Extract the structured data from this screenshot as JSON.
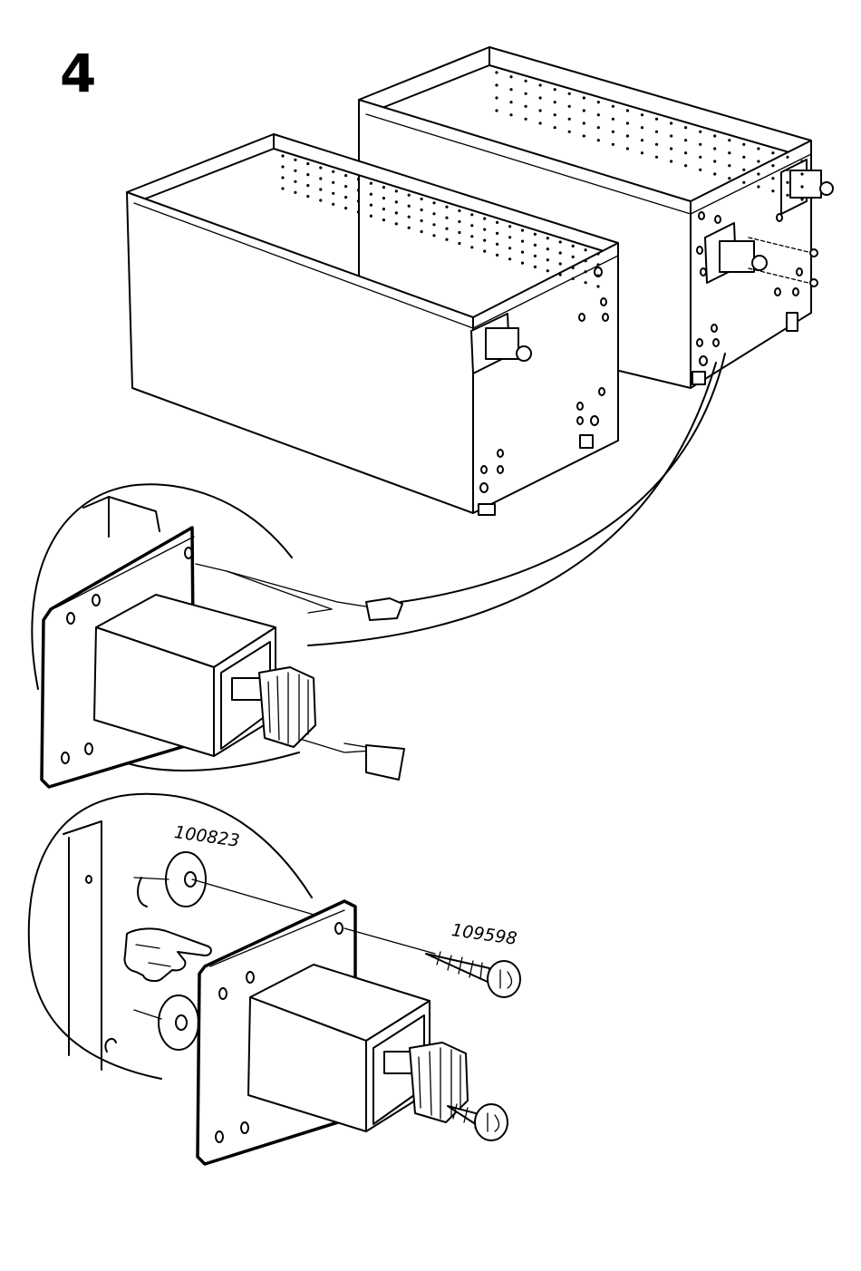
{
  "instruction": {
    "step_number": "4"
  },
  "parts": {
    "washer": {
      "part_number": "100823"
    },
    "screw": {
      "part_number": "109598"
    }
  },
  "icons": {
    "step": "step-number",
    "cabinets": "cabinet-frame-icon",
    "leg": "adjustable-leg-icon",
    "washer": "washer-icon",
    "screw": "screw-icon",
    "hand": "pointing-hand-icon"
  }
}
